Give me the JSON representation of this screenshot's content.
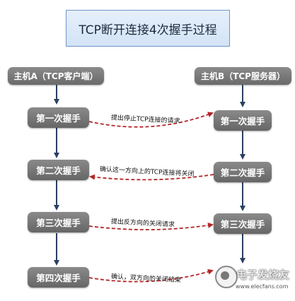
{
  "title": "TCP断开连接4次握手过程",
  "hosts": {
    "a": "主机A（TCP客户端）",
    "b": "主机B（TCP服务器）"
  },
  "steps": {
    "s1": "第一次握手",
    "s2": "第二次握手",
    "s3": "第三次握手",
    "s4": "第四次握手"
  },
  "messages": {
    "m1": "提出停止TCP连接的请求",
    "m2": "确认这一方向上的TCP连接将关闭",
    "m3": "提出反方向的关闭请求",
    "m4": "确认，双方向的关闭结束"
  },
  "watermark": {
    "text": "电子发烧友",
    "url": "www.elecfans.com"
  },
  "colors": {
    "vertical_arrow": "#2b3f63",
    "message_arrow": "#b3262a",
    "box": "#7a7a7a",
    "title_border": "#6d95c9"
  }
}
